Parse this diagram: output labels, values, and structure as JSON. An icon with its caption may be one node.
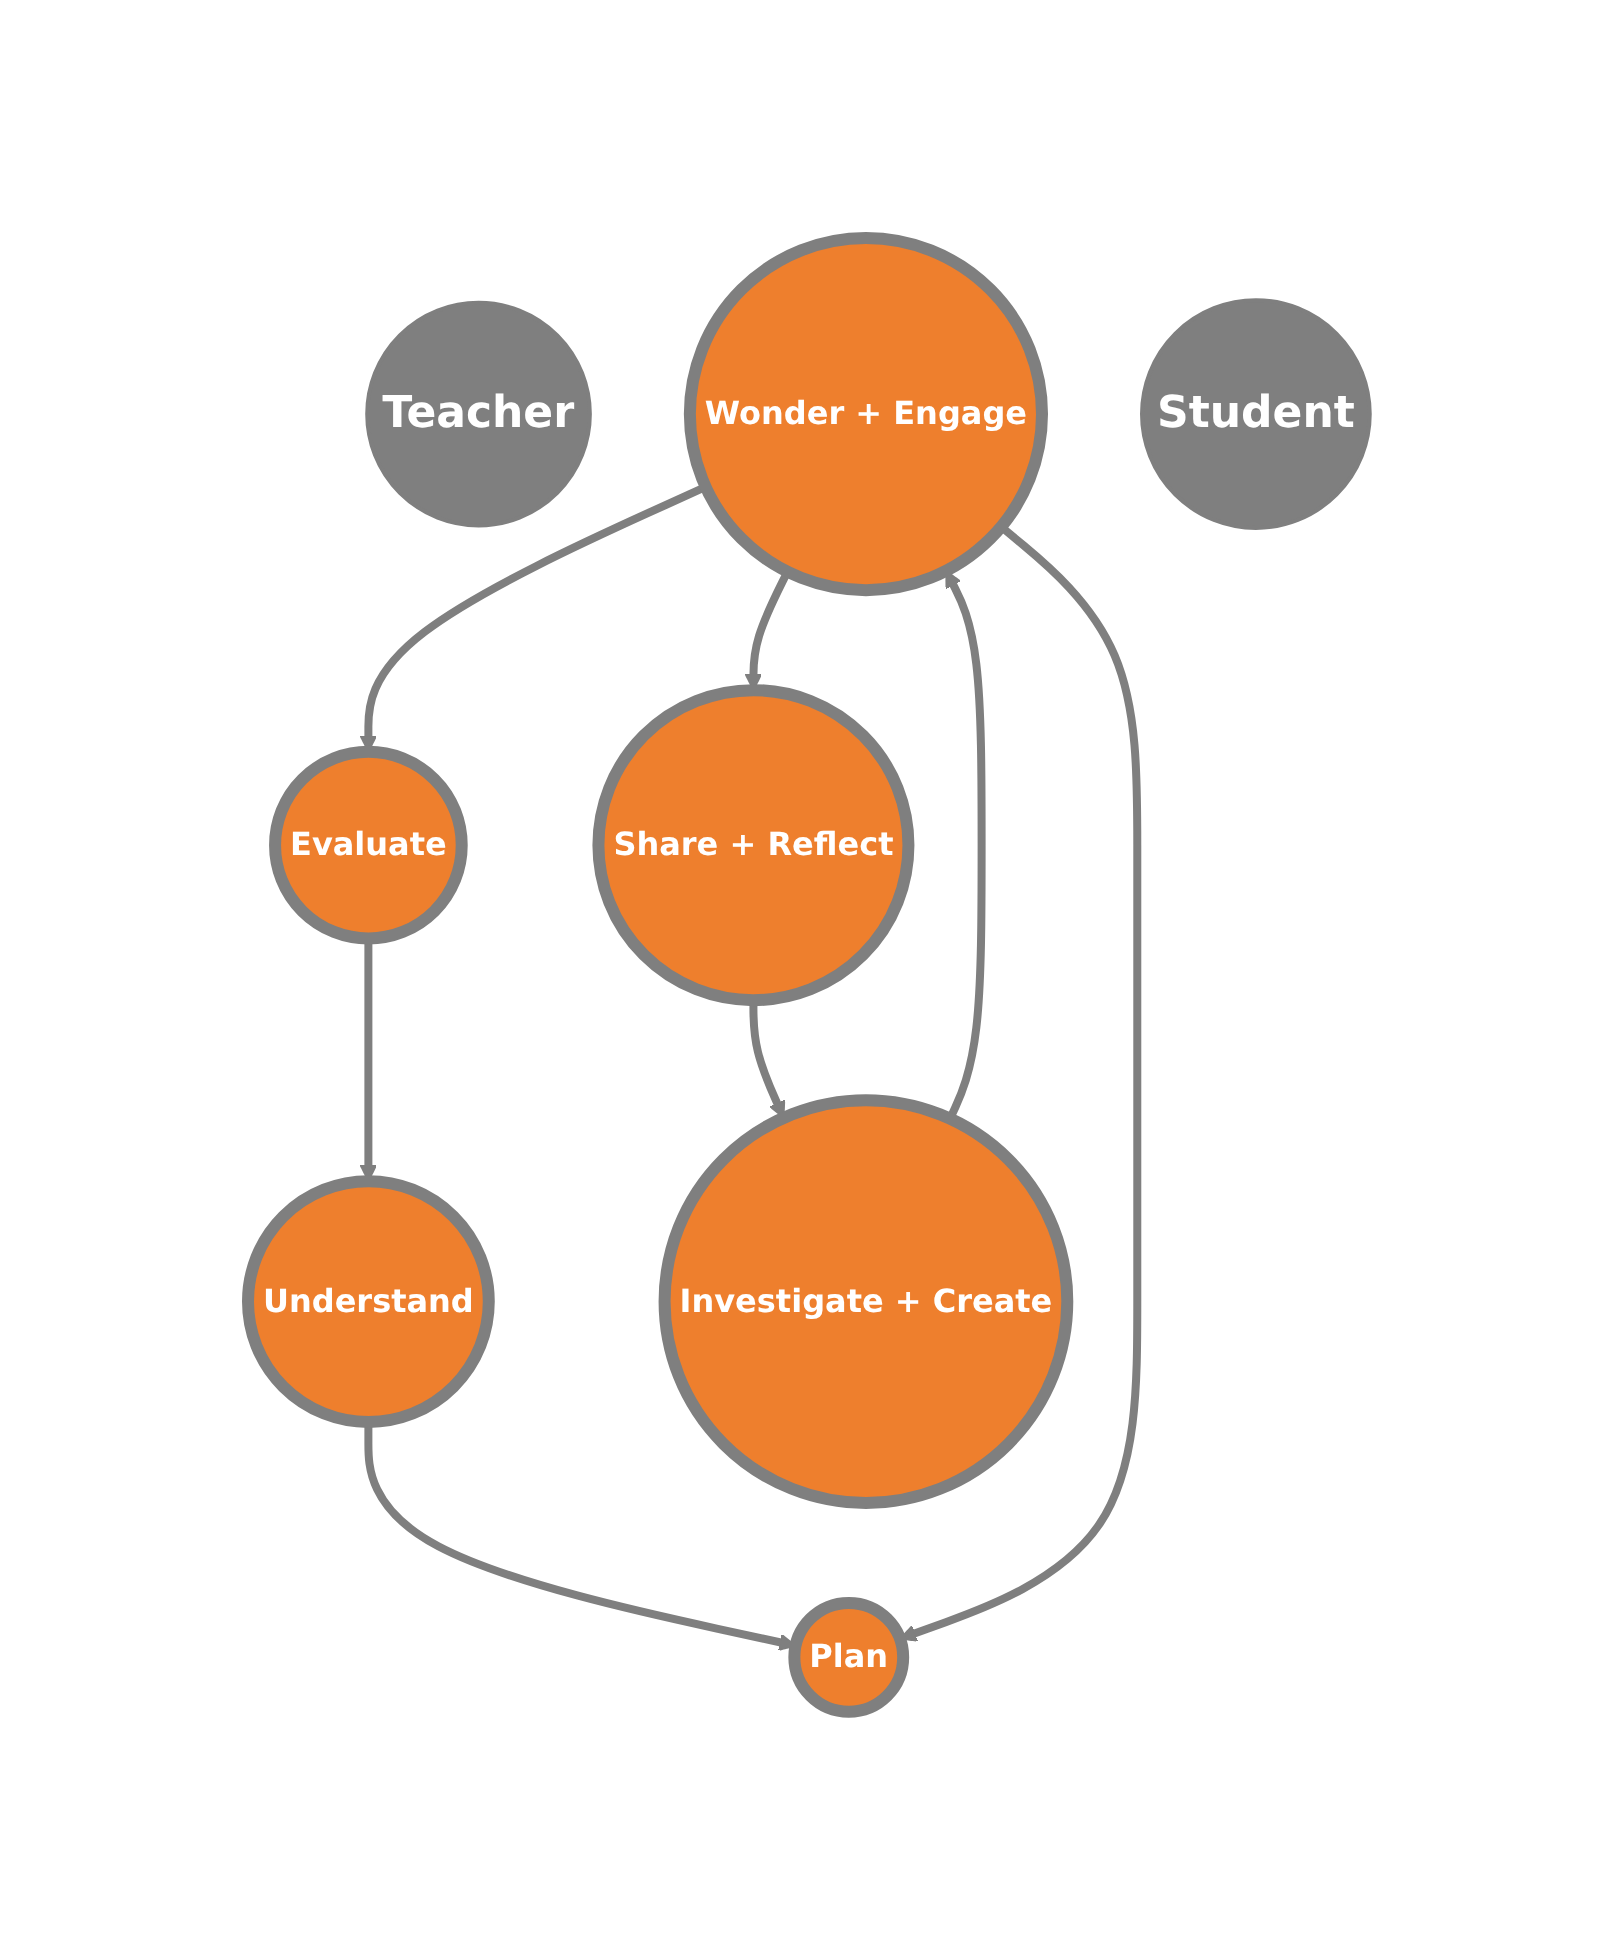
{
  "diagram": {
    "nodes": [
      {
        "text": [
          "Understand"
        ]
      },
      {
        "text": [
          "Evaluate"
        ]
      },
      {
        "text": [
          "Teacher"
        ]
      },
      {
        "text": [
          "Plan"
        ]
      },
      {
        "text": [
          "Wonder + Engage"
        ]
      },
      {
        "text": [
          "Student"
        ]
      },
      {
        "text": [
          "Investigate + Create"
        ]
      },
      {
        "text": [
          "Share + Reflect"
        ]
      }
    ],
    "edges": [
      {
        "from": 1,
        "to": 0,
        "arrow": "to"
      },
      {
        "from": 0,
        "to": 3,
        "arrow": "to"
      },
      {
        "from": 4,
        "to": 3,
        "arrow": "to"
      },
      {
        "from": 4,
        "to": 1,
        "arrow": "to"
      },
      {
        "from": 4,
        "to": 7,
        "arrow": "to"
      },
      {
        "from": 7,
        "to": 6,
        "arrow": "to"
      },
      {
        "from": 6,
        "to": 4,
        "arrow": "to"
      }
    ]
  }
}
